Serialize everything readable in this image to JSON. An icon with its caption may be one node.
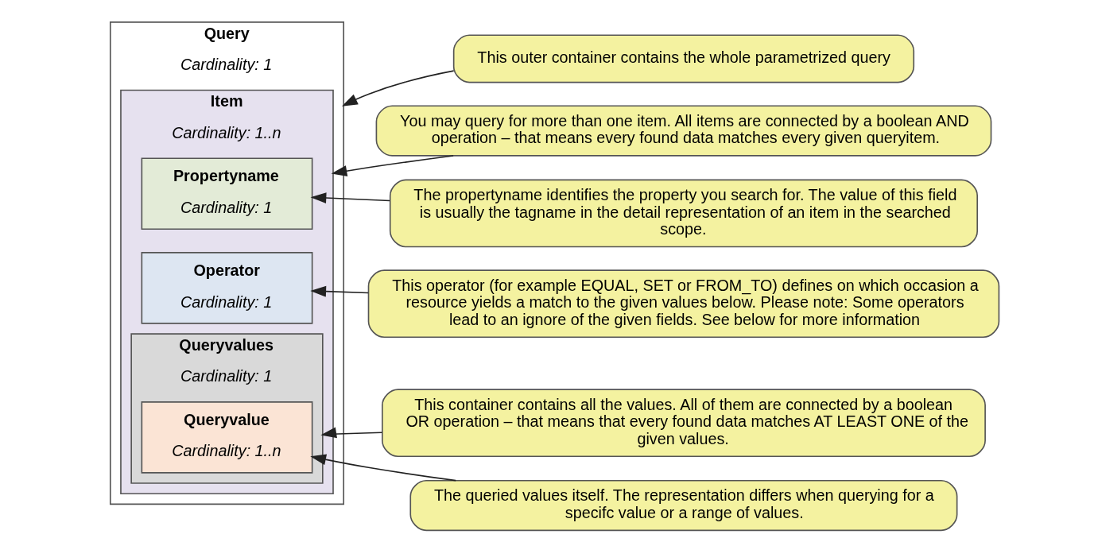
{
  "diagram": {
    "nodes": [
      {
        "text": [
          "Query",
          "Cardinality: 1"
        ]
      },
      {
        "text": [
          "Item",
          "Cardinality: 1..n"
        ],
        "in": 0
      },
      {
        "text": [
          "Propertyname",
          "Cardinality: 1"
        ],
        "in": 1
      },
      {
        "text": [
          "Operator",
          "Cardinality: 1"
        ],
        "in": 1
      },
      {
        "text": [
          "Queryvalues",
          "Cardinality: 1"
        ],
        "in": 1
      },
      {
        "text": [
          "Queryvalue",
          "Cardinality: 1..n"
        ],
        "in": 4
      },
      {
        "text": [
          "This outer container contains the whole parametrized query"
        ]
      },
      {
        "text": [
          "You may query for more than one item. All items are connected by a boolean AND operation – that means every found data matches every given queryitem."
        ]
      },
      {
        "text": [
          "The propertyname identifies the property you search for. The value of this field is usually the tagname in the detail representation of an item in the searched scope."
        ]
      },
      {
        "text": [
          "This operator (for example EQUAL, SET or FROM_TO) defines on which occasion a resource yields a match to the given values below. Please note: Some operators lead to an ignore of the given fields. See below for more information"
        ]
      },
      {
        "text": [
          "This container contains all the values. All of them are connected by a boolean OR operation – that means that every found data matches AT LEAST ONE of the given values."
        ]
      },
      {
        "text": [
          "The queried values itself. The representation differs when querying for a specifc value or a range of values."
        ]
      }
    ],
    "edges": [
      {
        "from": 6,
        "to": 0,
        "arrow": "to"
      },
      {
        "from": 7,
        "to": 1,
        "arrow": "to"
      },
      {
        "from": 8,
        "to": 2,
        "arrow": "to"
      },
      {
        "from": 9,
        "to": 3,
        "arrow": "to"
      },
      {
        "from": 10,
        "to": 4,
        "arrow": "to"
      },
      {
        "from": 11,
        "to": 5,
        "arrow": "to"
      }
    ]
  }
}
